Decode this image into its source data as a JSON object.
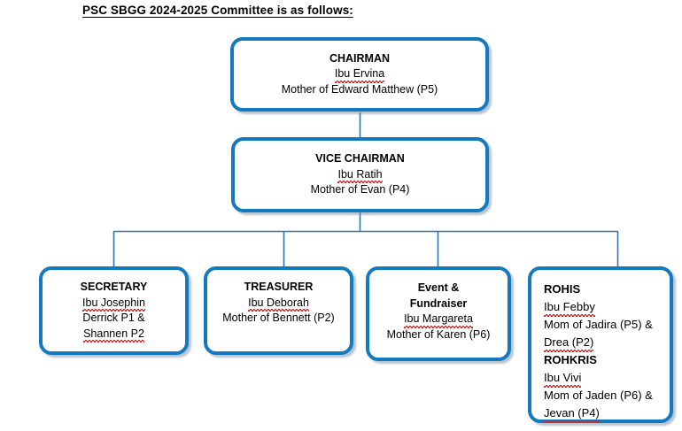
{
  "document": {
    "title": "PSC SBGG 2024-2025 Committee is as follows:"
  },
  "colors": {
    "box_border": "#1479BE",
    "box_fill": "#FFFFFF",
    "connector": "#2E75B6",
    "text": "#000000",
    "spellcheck_underline": "#E02020"
  },
  "chart": {
    "type": "org-chart",
    "nodes": {
      "chairman": {
        "role": "CHAIRMAN",
        "name": "Ibu Ervina",
        "detail": "Mother of Edward Matthew (P5)"
      },
      "vice_chairman": {
        "role": "VICE CHAIRMAN",
        "name": "Ibu Ratih",
        "detail": "Mother of Evan (P4)"
      },
      "secretary": {
        "role": "SECRETARY",
        "name": "Ibu Josephin",
        "detail_line1": "Derrick P1 &",
        "detail_line2": "Shannen P2"
      },
      "treasurer": {
        "role": "TREASURER",
        "name": "Ibu Deborah",
        "detail": "Mother of Bennett (P2)"
      },
      "event_fundraiser": {
        "role_line1": "Event &",
        "role_line2": "Fundraiser",
        "name": "Ibu Margareta",
        "detail": "Mother of Karen (P6)"
      },
      "rohis_rohkris": {
        "rohis_role": "ROHIS",
        "rohis_name": "Ibu Febby",
        "rohis_detail_line1": "Mom of Jadira (P5) &",
        "rohis_detail_line2": "Drea (P2)",
        "rohkris_role": "ROHKRIS",
        "rohkris_name": "Ibu Vivi",
        "rohkris_detail_line1": "Mom of Jaden (P6) &",
        "rohkris_detail_line2": "Jevan (P4)"
      }
    }
  }
}
